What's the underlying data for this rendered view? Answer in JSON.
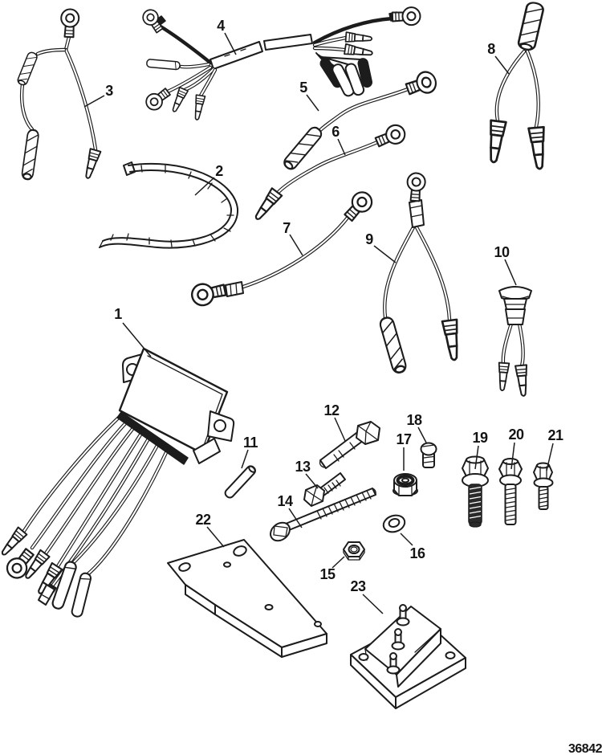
{
  "diagram": {
    "drawing_number": "36842",
    "colors": {
      "background": "#ffffff",
      "line": "#1c1c1c"
    },
    "callouts": {
      "c1": "1",
      "c2": "2",
      "c3": "3",
      "c4": "4",
      "c5": "5",
      "c6": "6",
      "c7": "7",
      "c8": "8",
      "c9": "9",
      "c10": "10",
      "c11": "11",
      "c12": "12",
      "c13": "13",
      "c14": "14",
      "c15": "15",
      "c16": "16",
      "c17": "17",
      "c18": "18",
      "c19": "19",
      "c20": "20",
      "c21": "21",
      "c22": "22",
      "c23": "23"
    }
  }
}
